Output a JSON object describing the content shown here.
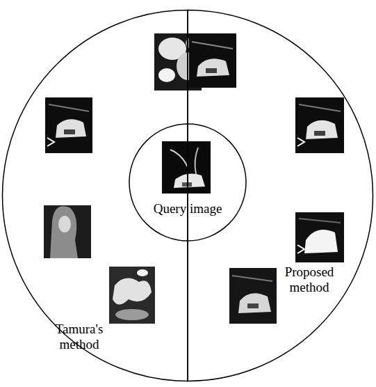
{
  "diagram": {
    "nodes": [
      {
        "text": [
          "Tamura's method"
        ]
      },
      {
        "text": [
          "Query image"
        ]
      },
      {
        "text": [
          "Proposed method"
        ]
      }
    ]
  }
}
